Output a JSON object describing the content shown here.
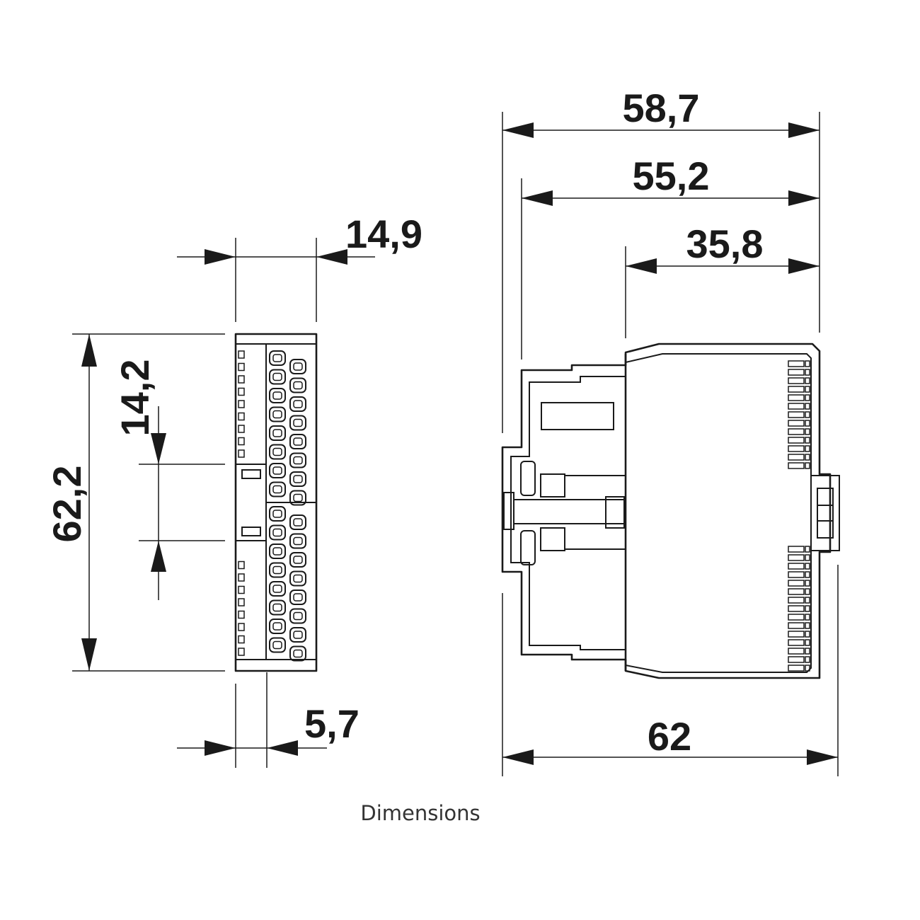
{
  "caption": "Dimensions",
  "dimensions": {
    "width_front": "14,9",
    "pitch": "14,2",
    "height": "62,2",
    "offset": "5,7",
    "depth_total": "58,7",
    "depth_body": "55,2",
    "depth_cover": "35,8",
    "depth_bottom": "62"
  },
  "colors": {
    "line": "#1a1a1a",
    "background": "#ffffff",
    "caption": "#333333"
  }
}
